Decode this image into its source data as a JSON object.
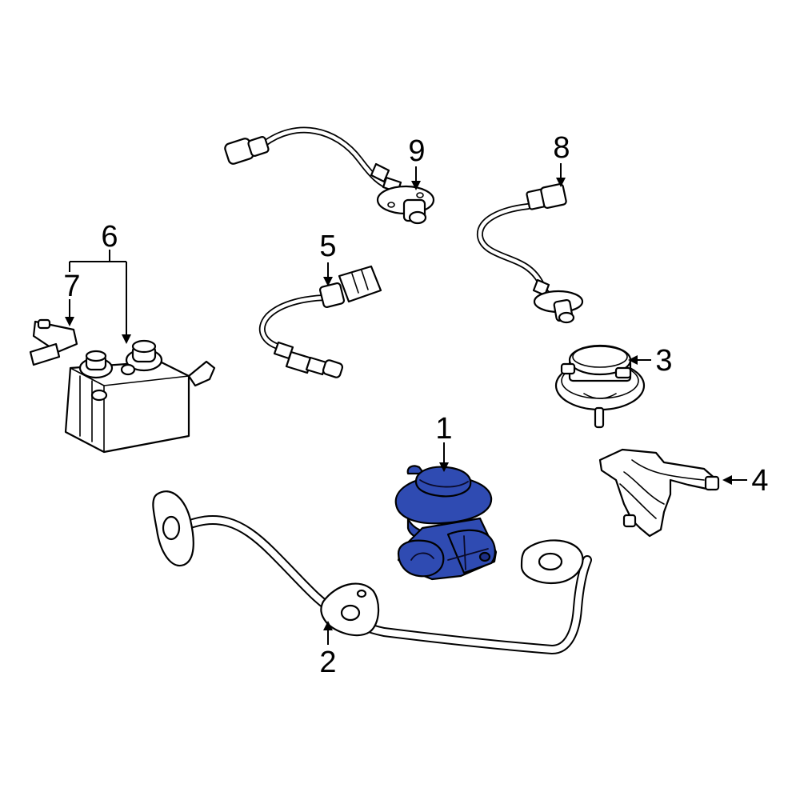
{
  "callouts": {
    "c1": "1",
    "c2": "2",
    "c3": "3",
    "c4": "4",
    "c5": "5",
    "c6": "6",
    "c7": "7",
    "c8": "8",
    "c9": "9"
  },
  "colors": {
    "highlight": "#2f4bb2",
    "highlight_dark": "#1d2f86",
    "line": "#000000",
    "background": "#ffffff"
  }
}
